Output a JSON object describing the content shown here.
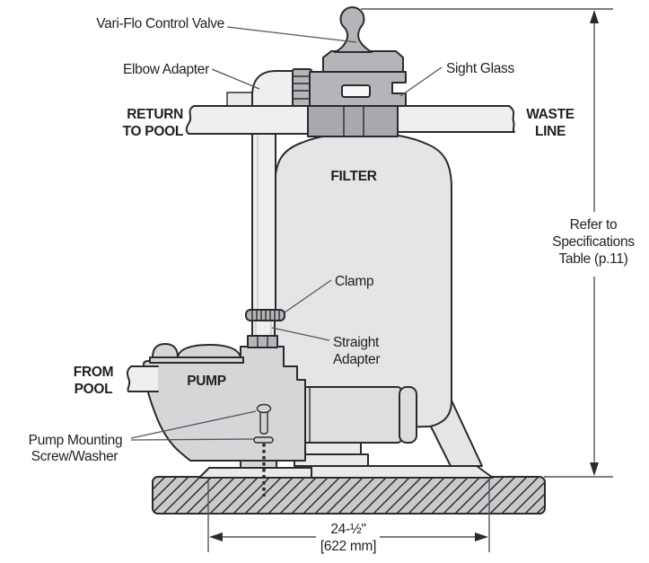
{
  "diagram": {
    "labels": {
      "vari_flo_control_valve": "Vari-Flo Control Valve",
      "elbow_adapter": "Elbow Adapter",
      "sight_glass": "Sight Glass",
      "return_line1": "RETURN",
      "return_line2": "TO POOL",
      "waste_line1": "WASTE",
      "waste_line2": "LINE",
      "filter": "FILTER",
      "clamp": "Clamp",
      "straight_line1": "Straight",
      "straight_line2": "Adapter",
      "from_line1": "FROM",
      "from_line2": "POOL",
      "pump": "PUMP",
      "mounting_line1": "Pump Mounting",
      "mounting_line2": "Screw/Washer",
      "refer_line1": "Refer to",
      "refer_line2": "Specifications",
      "refer_line3": "Table (p.11)"
    },
    "dimension_note": {
      "width_inches": "24-½\"",
      "width_mm": "[622 mm]"
    },
    "colors": {
      "ink": "#2b2b2e",
      "pipe_fill": "#eef0f0",
      "tank_fill": "#e4e5e6",
      "pump_fill": "#d5d6d8",
      "motor_fill": "#dcddde",
      "valve_fill": "#b3b5b8",
      "flange_fill": "#a7a9ac",
      "slab_fill": "#c9cacc",
      "base_fill": "#e9eaeb",
      "hardware_fill": "#d2d3d4"
    }
  }
}
